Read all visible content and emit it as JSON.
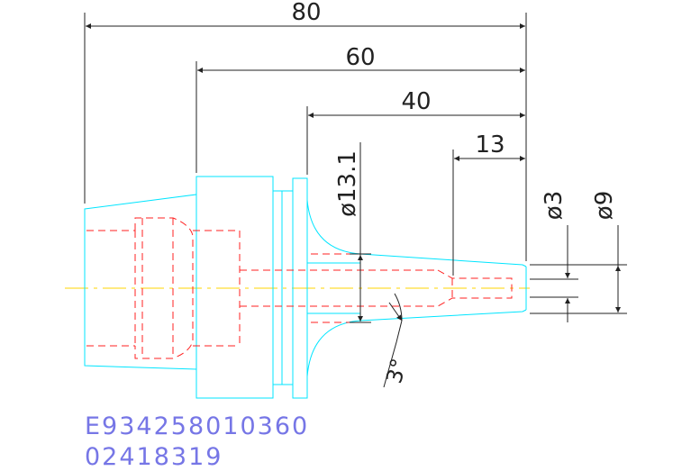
{
  "dimensions": {
    "overall_length": "80",
    "shank_to_tip": "60",
    "nose_to_tip": "40",
    "tip_length": "13",
    "diameter_13": "ø13.1",
    "diameter_3": "ø3",
    "diameter_9": "ø9",
    "taper_angle": "3°"
  },
  "part_codes": {
    "line1": "E934258010360",
    "line2": "02418319"
  },
  "colors": {
    "outline": "#00e5ff",
    "hidden": "#ff2020",
    "centerline": "#ffd400",
    "dimension": "#222222",
    "code_text": "#7676e6"
  }
}
